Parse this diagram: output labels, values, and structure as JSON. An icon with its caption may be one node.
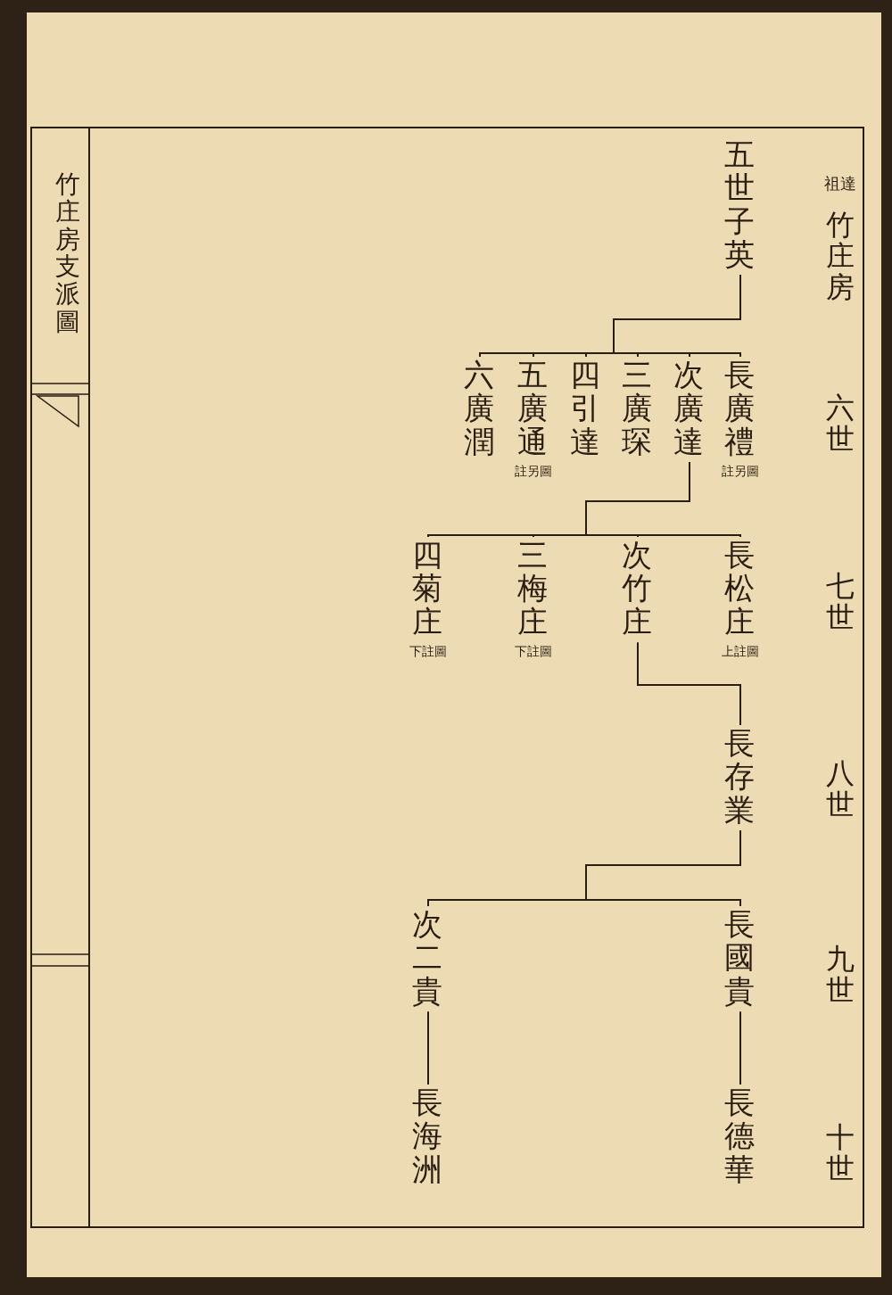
{
  "diagram": {
    "title": "竹庄房支派圖",
    "nodes": [
      {
        "text": [
          "五世子英"
        ]
      },
      {
        "text": [
          "長廣禮"
        ],
        "beside": [
          "註另圖"
        ]
      },
      {
        "text": [
          "次廣達"
        ]
      },
      {
        "text": [
          "三廣琛"
        ]
      },
      {
        "text": [
          "四引達"
        ]
      },
      {
        "text": [
          "五廣通"
        ],
        "beside": [
          "註另圖"
        ]
      },
      {
        "text": [
          "六廣潤"
        ]
      },
      {
        "text": [
          "長松庄"
        ],
        "beside": [
          "上註圖"
        ]
      },
      {
        "text": [
          "次竹庄"
        ]
      },
      {
        "text": [
          "三梅庄"
        ],
        "beside": [
          "下註圖"
        ]
      },
      {
        "text": [
          "四菊庄"
        ],
        "beside": [
          "下註圖"
        ]
      },
      {
        "text": [
          "長存業"
        ]
      },
      {
        "text": [
          "長國貴"
        ]
      },
      {
        "text": [
          "次二貴"
        ]
      },
      {
        "text": [
          "長德華"
        ]
      },
      {
        "text": [
          "長海洲"
        ]
      }
    ],
    "edges": [
      {
        "from": 0,
        "to": 1,
        "arrow": "none"
      },
      {
        "from": 0,
        "to": 2,
        "arrow": "none"
      },
      {
        "from": 0,
        "to": 3,
        "arrow": "none"
      },
      {
        "from": 0,
        "to": 4,
        "arrow": "none"
      },
      {
        "from": 0,
        "to": 5,
        "arrow": "none"
      },
      {
        "from": 0,
        "to": 6,
        "arrow": "none"
      },
      {
        "from": 2,
        "to": 7,
        "arrow": "none"
      },
      {
        "from": 2,
        "to": 8,
        "arrow": "none"
      },
      {
        "from": 2,
        "to": 9,
        "arrow": "none"
      },
      {
        "from": 2,
        "to": 10,
        "arrow": "none"
      },
      {
        "from": 8,
        "to": 11,
        "arrow": "none"
      },
      {
        "from": 11,
        "to": 12,
        "arrow": "none"
      },
      {
        "from": 11,
        "to": 13,
        "arrow": "none"
      },
      {
        "from": 12,
        "to": 14,
        "arrow": "none"
      },
      {
        "from": 13,
        "to": 15,
        "arrow": "none"
      }
    ],
    "labels": [
      "祖達",
      "竹庄房",
      "六世",
      "七世",
      "八世",
      "九世",
      "十世"
    ]
  }
}
